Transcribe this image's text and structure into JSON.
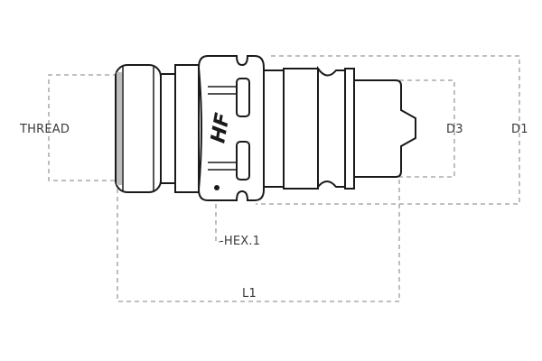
{
  "diagram": {
    "type": "technical-drawing",
    "subject": "hydraulic quick coupling male plug",
    "logo_text": "HF",
    "colors": {
      "outline": "#1a1a1a",
      "dimension_line": "#9a9a9a",
      "label": "#3a3a3a",
      "background": "#ffffff",
      "shade": "#bdbdbd"
    },
    "labels": {
      "thread": "THREAD",
      "d3": "D3",
      "d1": "D1",
      "hex": "-HEX.1",
      "l1": "L1"
    }
  }
}
